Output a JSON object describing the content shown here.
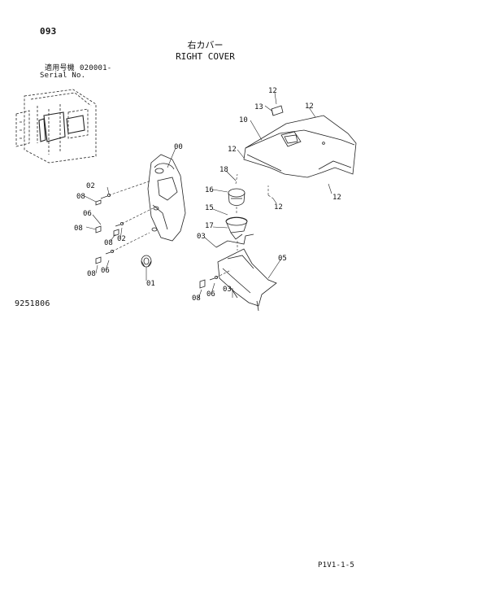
{
  "header": {
    "page_number": "093",
    "title_jp": "右カバー",
    "title_en": "RIGHT COVER",
    "serial_label_jp": "適用号機",
    "serial_value": "020001-",
    "serial_label_en": "Serial No."
  },
  "diagram": {
    "drawing_number": "9251806",
    "parts": [
      {
        "ref": "00"
      },
      {
        "ref": "01"
      },
      {
        "ref": "02"
      },
      {
        "ref": "03"
      },
      {
        "ref": "05"
      },
      {
        "ref": "06"
      },
      {
        "ref": "08"
      },
      {
        "ref": "10"
      },
      {
        "ref": "12"
      },
      {
        "ref": "13"
      },
      {
        "ref": "15"
      },
      {
        "ref": "16"
      },
      {
        "ref": "17"
      },
      {
        "ref": "18"
      }
    ],
    "callouts": {
      "c12a": "12",
      "c13": "13",
      "c12b": "12",
      "c10": "10",
      "c12c": "12",
      "c12d": "12",
      "c12e": "12",
      "c18": "18",
      "c16": "16",
      "c15": "15",
      "c17": "17",
      "c00": "00",
      "c02a": "02",
      "c08a": "08",
      "c06a": "06",
      "c08b": "08",
      "c08c": "08",
      "c02b": "02",
      "c08d": "08",
      "c06b": "06",
      "c01": "01",
      "c03a": "03",
      "c05": "05",
      "c08e": "08",
      "c06c": "06",
      "c03b": "03"
    }
  },
  "footer": {
    "page_code": "P1V1-1-5"
  }
}
